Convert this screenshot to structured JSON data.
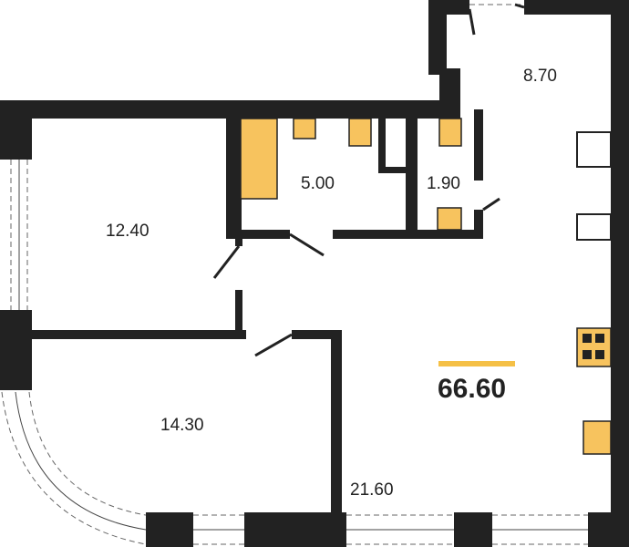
{
  "plan": {
    "total_area": "66.60",
    "rooms": [
      {
        "name": "room-12-40",
        "area": "12.40"
      },
      {
        "name": "bathroom",
        "area": "5.00"
      },
      {
        "name": "toilet",
        "area": "1.90"
      },
      {
        "name": "hallway",
        "area": "8.70"
      },
      {
        "name": "room-14-30",
        "area": "14.30"
      },
      {
        "name": "kitchen-living",
        "area": "21.60"
      }
    ]
  },
  "colors": {
    "wall": "#222222",
    "fixture": "#f7c35e",
    "accent": "#f5c046"
  }
}
